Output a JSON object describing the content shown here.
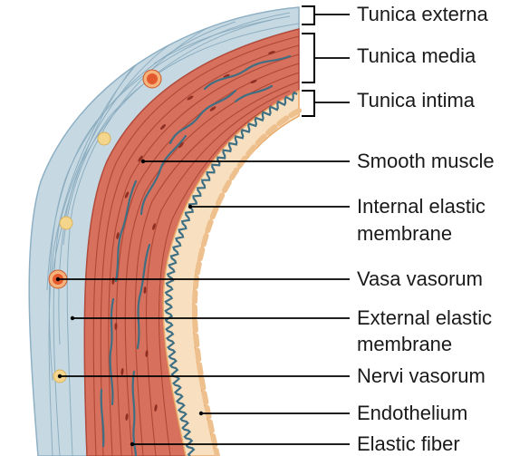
{
  "colors": {
    "externa": "#c6d9e3",
    "externa_stroke": "#8eb0c4",
    "media": "#d8705e",
    "media_dark": "#b34a3a",
    "media_light": "#eea18e",
    "intima": "#f7dfc0",
    "intima_stroke": "#e8a866",
    "elastic_fiber": "#3f6f82",
    "vasa": "#e35a2e",
    "vasa_ring": "#f6b27b",
    "nervi": "#f4d58c",
    "leader": "#000000"
  },
  "labels": {
    "tunica_externa": "Tunica externa",
    "tunica_media": "Tunica media",
    "tunica_intima": "Tunica intima",
    "smooth_muscle": "Smooth muscle",
    "internal_elastic_1": "Internal elastic",
    "internal_elastic_2": "membrane",
    "vasa_vasorum": "Vasa vasorum",
    "external_elastic_1": "External elastic",
    "external_elastic_2": "membrane",
    "nervi_vasorum": "Nervi vasorum",
    "endothelium": "Endothelium",
    "elastic_fiber": "Elastic fiber"
  }
}
